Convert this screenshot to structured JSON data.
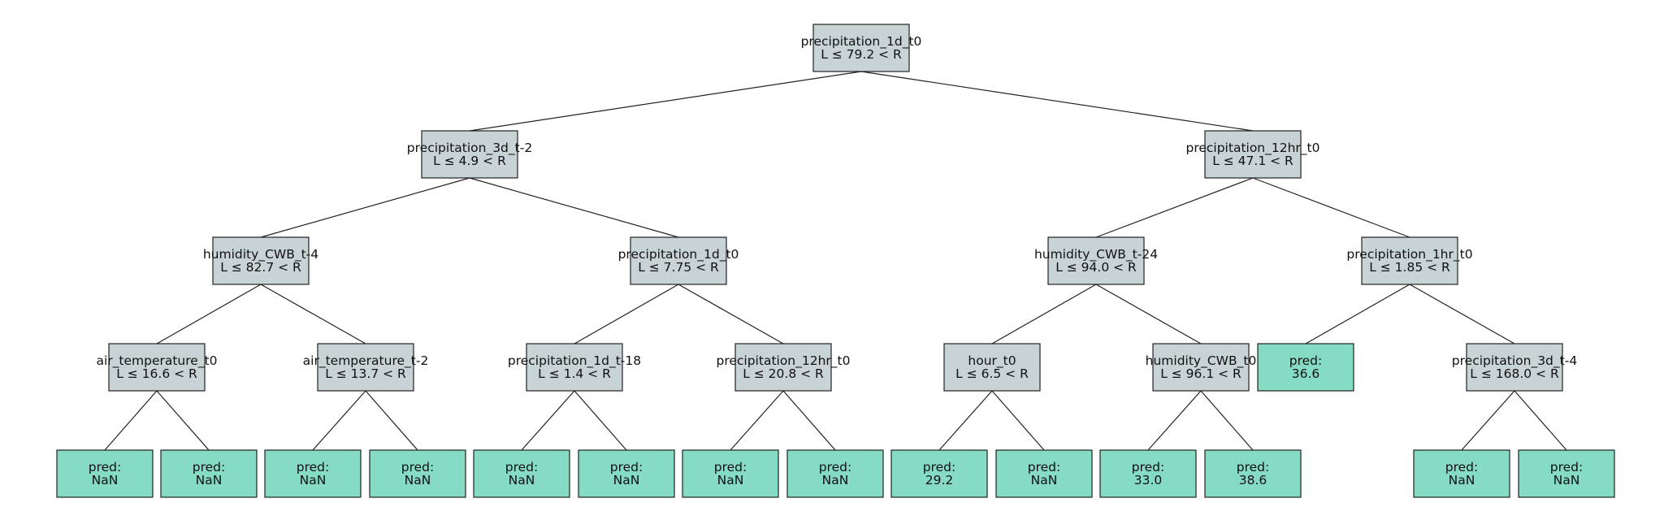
{
  "tree": {
    "nodes": [
      {
        "id": "n0",
        "lines": [
          "precipitation_1d_t0",
          "L ≤ 79.2 < R"
        ],
        "kind": "split"
      },
      {
        "id": "n1",
        "lines": [
          "precipitation_3d_t-2",
          "L ≤ 4.9 < R"
        ],
        "kind": "split"
      },
      {
        "id": "n2",
        "lines": [
          "precipitation_12hr_t0",
          "L ≤ 47.1 < R"
        ],
        "kind": "split"
      },
      {
        "id": "n3",
        "lines": [
          "humidity_CWB_t-4",
          "L ≤ 82.7 < R"
        ],
        "kind": "split"
      },
      {
        "id": "n4",
        "lines": [
          "precipitation_1d_t0",
          "L ≤ 7.75 < R"
        ],
        "kind": "split"
      },
      {
        "id": "n5",
        "lines": [
          "humidity_CWB_t-24",
          "L ≤ 94.0 < R"
        ],
        "kind": "split"
      },
      {
        "id": "n6",
        "lines": [
          "precipitation_1hr_t0",
          "L ≤ 1.85 < R"
        ],
        "kind": "split"
      },
      {
        "id": "n7",
        "lines": [
          "air_temperature_t0",
          "L ≤ 16.6 < R"
        ],
        "kind": "split"
      },
      {
        "id": "n8",
        "lines": [
          "air_temperature_t-2",
          "L ≤ 13.7 < R"
        ],
        "kind": "split"
      },
      {
        "id": "n9",
        "lines": [
          "precipitation_1d_t-18",
          "L ≤ 1.4 < R"
        ],
        "kind": "split"
      },
      {
        "id": "n10",
        "lines": [
          "precipitation_12hr_t0",
          "L ≤ 20.8 < R"
        ],
        "kind": "split"
      },
      {
        "id": "n11",
        "lines": [
          "hour_t0",
          "L ≤ 6.5 < R"
        ],
        "kind": "split"
      },
      {
        "id": "n12",
        "lines": [
          "humidity_CWB_t0",
          "L ≤ 96.1 < R"
        ],
        "kind": "split"
      },
      {
        "id": "n13",
        "lines": [
          "pred:",
          "36.6"
        ],
        "kind": "leaf"
      },
      {
        "id": "n14",
        "lines": [
          "precipitation_3d_t-4",
          "L ≤ 168.0 < R"
        ],
        "kind": "split"
      },
      {
        "id": "n15",
        "lines": [
          "pred:",
          "NaN"
        ],
        "kind": "leaf"
      },
      {
        "id": "n16",
        "lines": [
          "pred:",
          "NaN"
        ],
        "kind": "leaf"
      },
      {
        "id": "n17",
        "lines": [
          "pred:",
          "NaN"
        ],
        "kind": "leaf"
      },
      {
        "id": "n18",
        "lines": [
          "pred:",
          "NaN"
        ],
        "kind": "leaf"
      },
      {
        "id": "n19",
        "lines": [
          "pred:",
          "NaN"
        ],
        "kind": "leaf"
      },
      {
        "id": "n20",
        "lines": [
          "pred:",
          "NaN"
        ],
        "kind": "leaf"
      },
      {
        "id": "n21",
        "lines": [
          "pred:",
          "NaN"
        ],
        "kind": "leaf"
      },
      {
        "id": "n22",
        "lines": [
          "pred:",
          "NaN"
        ],
        "kind": "leaf"
      },
      {
        "id": "n23",
        "lines": [
          "pred:",
          "29.2"
        ],
        "kind": "leaf"
      },
      {
        "id": "n24",
        "lines": [
          "pred:",
          "NaN"
        ],
        "kind": "leaf"
      },
      {
        "id": "n25",
        "lines": [
          "pred:",
          "33.0"
        ],
        "kind": "leaf"
      },
      {
        "id": "n26",
        "lines": [
          "pred:",
          "38.6"
        ],
        "kind": "leaf"
      },
      {
        "id": "n27",
        "lines": [
          "pred:",
          "NaN"
        ],
        "kind": "leaf"
      },
      {
        "id": "n28",
        "lines": [
          "pred:",
          "NaN"
        ],
        "kind": "leaf"
      }
    ],
    "edges": [
      [
        "n0",
        "n1"
      ],
      [
        "n0",
        "n2"
      ],
      [
        "n1",
        "n3"
      ],
      [
        "n1",
        "n4"
      ],
      [
        "n2",
        "n5"
      ],
      [
        "n2",
        "n6"
      ],
      [
        "n3",
        "n7"
      ],
      [
        "n3",
        "n8"
      ],
      [
        "n4",
        "n9"
      ],
      [
        "n4",
        "n10"
      ],
      [
        "n5",
        "n11"
      ],
      [
        "n5",
        "n12"
      ],
      [
        "n6",
        "n13"
      ],
      [
        "n6",
        "n14"
      ],
      [
        "n7",
        "n15"
      ],
      [
        "n7",
        "n16"
      ],
      [
        "n8",
        "n17"
      ],
      [
        "n8",
        "n18"
      ],
      [
        "n9",
        "n19"
      ],
      [
        "n9",
        "n20"
      ],
      [
        "n10",
        "n21"
      ],
      [
        "n10",
        "n22"
      ],
      [
        "n11",
        "n23"
      ],
      [
        "n11",
        "n24"
      ],
      [
        "n12",
        "n25"
      ],
      [
        "n12",
        "n26"
      ],
      [
        "n14",
        "n27"
      ],
      [
        "n14",
        "n28"
      ]
    ],
    "colors": {
      "split": "#c8d3d5",
      "leaf": "#85dbc3",
      "line": "#222222"
    }
  }
}
